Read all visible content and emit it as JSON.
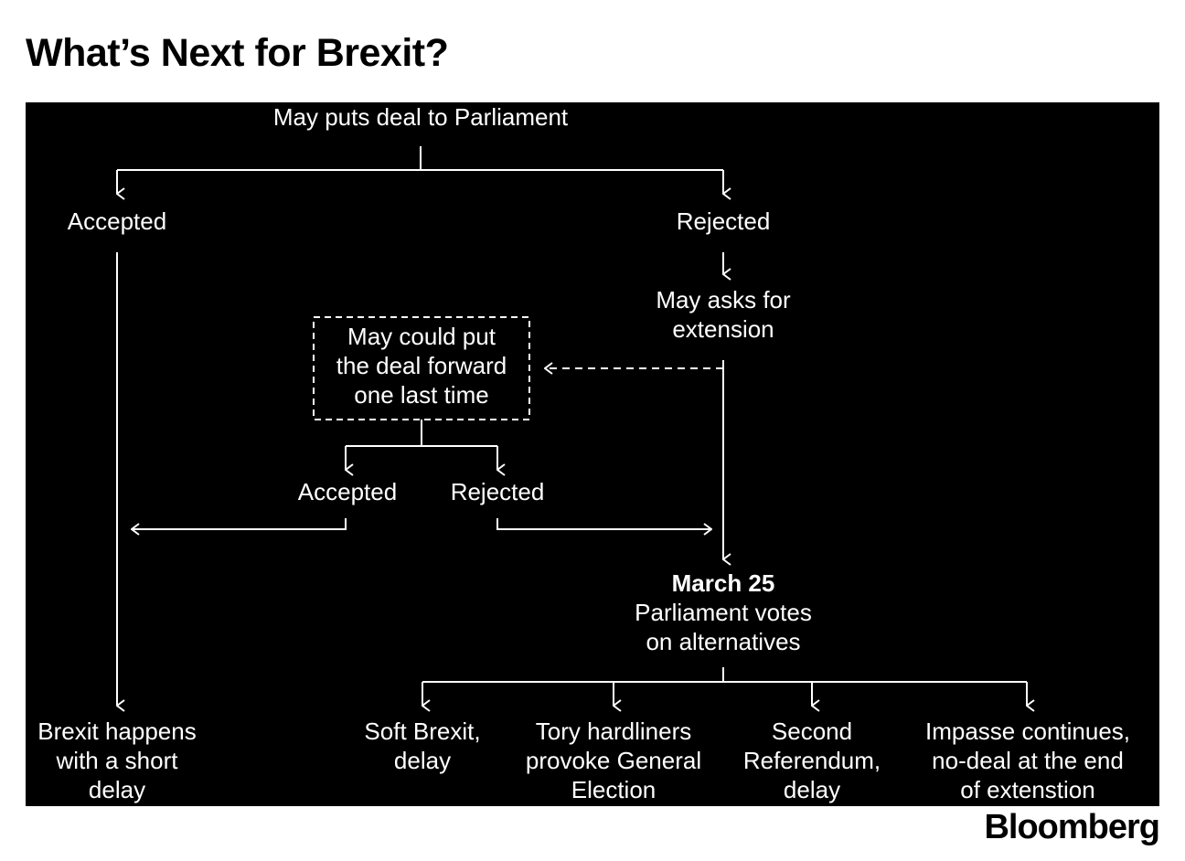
{
  "title": "What’s Next for Brexit?",
  "brand": "Bloomberg",
  "colors": {
    "panel": "#000000",
    "line": "#ffffff",
    "text": "#ffffff"
  },
  "nodes": {
    "start": "May puts deal to Parliament",
    "accepted_1": "Accepted",
    "rejected_1": "Rejected",
    "extension": [
      "May asks for",
      "extension"
    ],
    "last_time": [
      "May could put",
      "the deal forward",
      "one last time"
    ],
    "accepted_2": "Accepted",
    "rejected_2": "Rejected",
    "march_date": "March 25",
    "march_text": [
      "Parliament votes",
      "on alternatives"
    ],
    "outcome_brexit": [
      "Brexit happens",
      "with a short",
      "delay"
    ],
    "outcome_soft": [
      "Soft Brexit,",
      "delay"
    ],
    "outcome_tory": [
      "Tory hardliners",
      "provoke General",
      "Election"
    ],
    "outcome_referendum": [
      "Second",
      "Referendum,",
      "delay"
    ],
    "outcome_impasse": [
      "Impasse continues,",
      "no-deal at the end",
      "of extenstion"
    ]
  }
}
